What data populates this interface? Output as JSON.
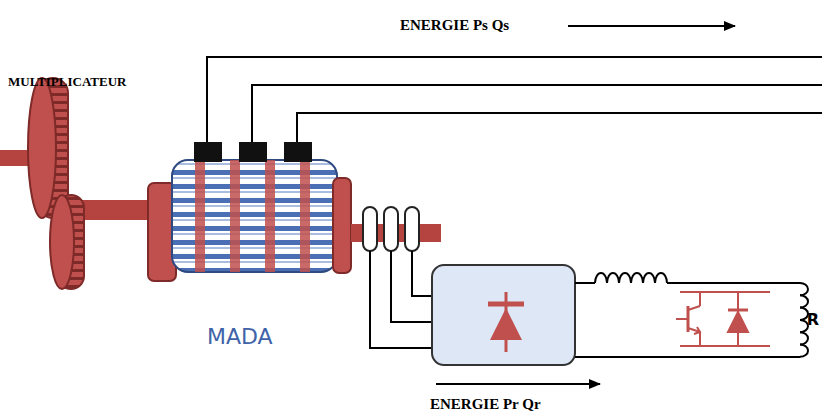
{
  "diagram": {
    "labels": [
      "ENERGIE Ps Qs",
      "MULTIPLICATEUR",
      "MADA",
      "ENERGIE Pr Qr",
      "R"
    ]
  }
}
